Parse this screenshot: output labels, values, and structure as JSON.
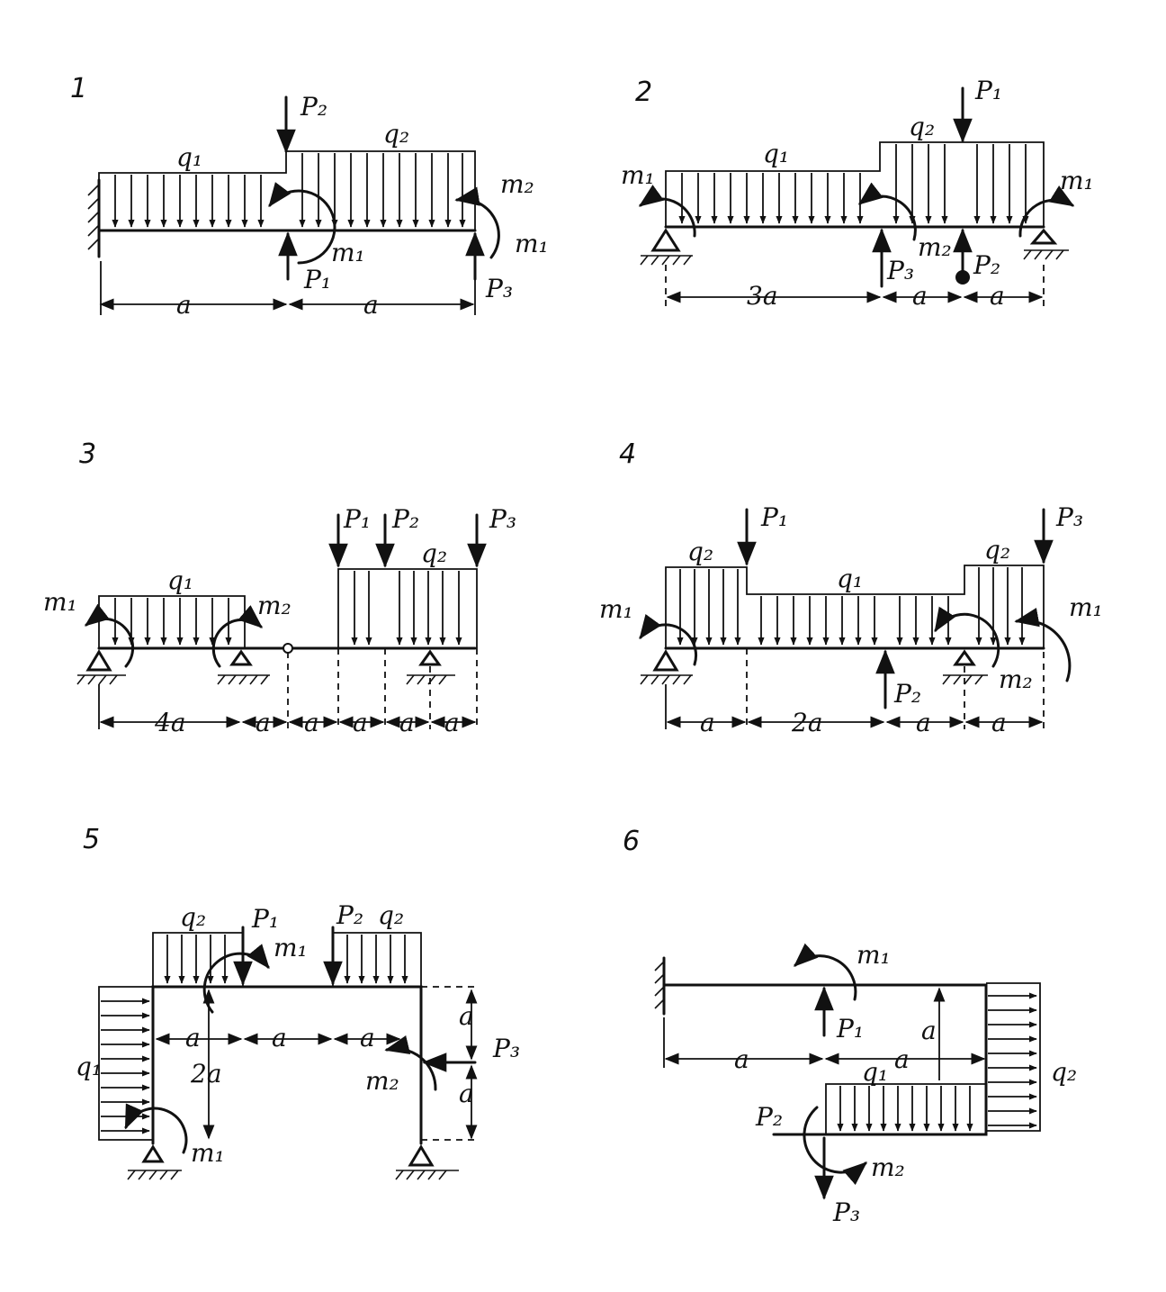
{
  "diagrams": [
    {
      "number": "1",
      "labels": {
        "q1": "q₁",
        "q2": "q₂",
        "P1": "P₁",
        "P2": "P₂",
        "P3": "P₃",
        "m1a": "m₁",
        "m1b": "m₁",
        "m2": "m₂",
        "d1": "a",
        "d2": "a"
      }
    },
    {
      "number": "2",
      "labels": {
        "q1": "q₁",
        "q2": "q₂",
        "P1": "P₁",
        "P2": "P₂",
        "P3": "P₃",
        "m1a": "m₁",
        "m1b": "m₁",
        "m2": "m₂",
        "d1": "3a",
        "d2": "a",
        "d3": "a"
      }
    },
    {
      "number": "3",
      "labels": {
        "q1": "q₁",
        "q2": "q₂",
        "P1": "P₁",
        "P2": "P₂",
        "P3": "P₃",
        "m1": "m₁",
        "m2": "m₂",
        "d1": "4a",
        "d2": "a",
        "d3": "a",
        "d4": "a",
        "d5": "a",
        "d6": "a"
      }
    },
    {
      "number": "4",
      "labels": {
        "q1": "q₁",
        "q2a": "q₂",
        "q2b": "q₂",
        "P1": "P₁",
        "P2": "P₂",
        "P3": "P₃",
        "m1": "m₁",
        "m2": "m₂",
        "m3": "m₁",
        "d1": "a",
        "d2": "2a",
        "d3": "a",
        "d4": "a"
      }
    },
    {
      "number": "5",
      "labels": {
        "q1": "q₁",
        "q2a": "q₂",
        "q2b": "q₂",
        "P1": "P₁",
        "P2": "P₂",
        "P3": "P₃",
        "m1a": "m₁",
        "m1b": "m₁",
        "m2": "m₂",
        "d1": "a",
        "d2": "a",
        "d3": "a",
        "d4": "2a",
        "d5": "a",
        "d6": "a"
      }
    },
    {
      "number": "6",
      "labels": {
        "q1": "q₁",
        "q2": "q₂",
        "P1": "P₁",
        "P2": "P₂",
        "P3": "P₃",
        "m1": "m₁",
        "m2": "m₂",
        "d1": "a",
        "d2": "a",
        "d3": "a"
      }
    }
  ]
}
